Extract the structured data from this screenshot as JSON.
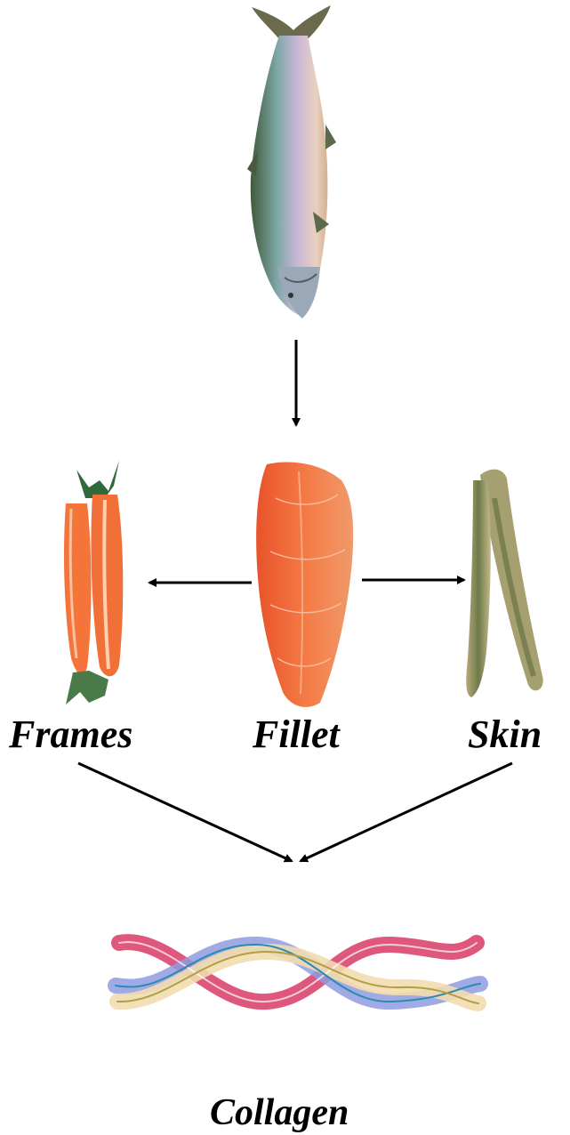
{
  "nodes": {
    "whole_fish": {
      "icon": "whole-salmon-illustration"
    },
    "frames": {
      "label": "Frames",
      "icon": "salmon-frames-illustration"
    },
    "fillet": {
      "label": "Fillet",
      "icon": "salmon-fillet-illustration"
    },
    "skin": {
      "label": "Skin",
      "icon": "salmon-skin-illustration"
    },
    "collagen": {
      "label": "Collagen",
      "icon": "collagen-triple-helix-illustration"
    }
  },
  "colors": {
    "fillet": "#f26a3c",
    "frames_flesh": "#f4743a",
    "skin": "#9c8f5e",
    "helix_pink": "#d9466e",
    "helix_blue": "#8f9be0",
    "helix_cream": "#f2dcb0",
    "arrow": "#000000"
  }
}
